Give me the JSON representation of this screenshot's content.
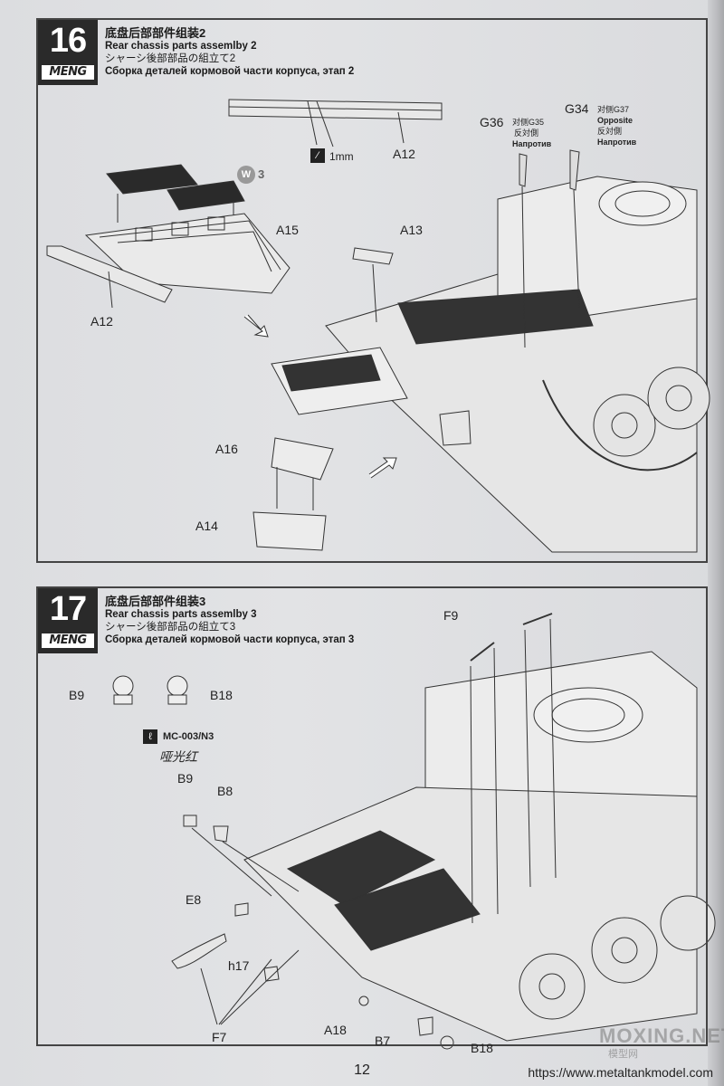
{
  "step16": {
    "number": "16",
    "brand": "MENG",
    "title_zh": "底盘后部部件组装2",
    "title_en": "Rear chassis parts assemlby 2",
    "title_ja": "シャーシ後部部品の組立て2",
    "title_ru": "Сборка деталей кормовой части корпуса, этап 2",
    "labels": {
      "a12_top": "A12",
      "drill": "1mm",
      "g36": "G36",
      "g36_opp_zh": "对侧G35",
      "g36_opp_ja": "反対側",
      "g36_opp_ru": "Напротив",
      "g34": "G34",
      "g34_opp_zh": "对侧G37",
      "g34_opp_en": "Opposite",
      "g34_opp_ja": "反対側",
      "g34_opp_ru": "Напротив",
      "w3": "3",
      "w3_letter": "W",
      "a15": "A15",
      "a13": "A13",
      "a12_left": "A12",
      "a16": "A16",
      "a14": "A14"
    }
  },
  "step17": {
    "number": "17",
    "brand": "MENG",
    "title_zh": "底盘后部部件组装3",
    "title_en": "Rear chassis parts assemlby 3",
    "title_ja": "シャーシ後部部品の組立て3",
    "title_ru": "Сборка деталей кормовой части корпуса, этап 3",
    "labels": {
      "f9": "F9",
      "b9_top": "B9",
      "b18_top": "B18",
      "paint": "MC-003/N3",
      "handwritten": "哑光红",
      "b9": "B9",
      "b8": "B8",
      "e8": "E8",
      "h17": "h17",
      "f7": "F7",
      "a18": "A18",
      "b7": "B7",
      "b18": "B18"
    }
  },
  "footer": {
    "page_number": "12",
    "url": "https://www.metaltankmodel.com",
    "watermark": "MOXING.NET",
    "watermark_sub": "模型网"
  }
}
